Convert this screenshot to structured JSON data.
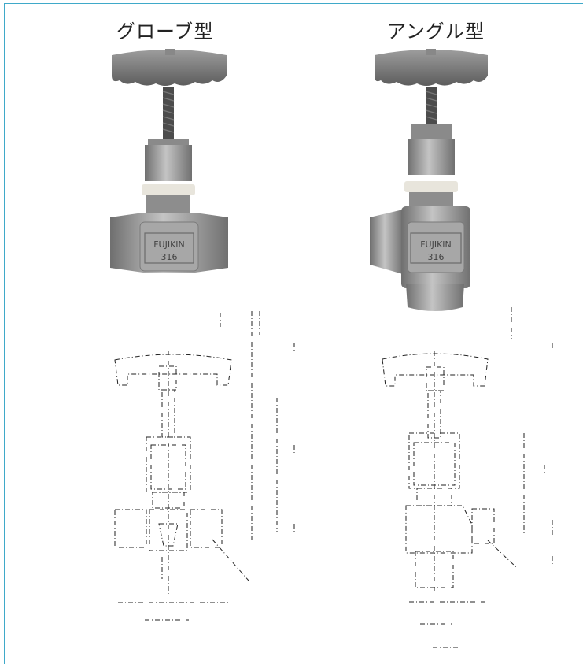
{
  "panels": [
    {
      "title": "グローブ型",
      "body_brand": "FUJIKIN",
      "body_grade": "316"
    },
    {
      "title": "アングル型",
      "body_brand": "FUJIKIN",
      "body_grade": "316"
    }
  ],
  "colors": {
    "frame_line": "#3fa9c9",
    "metal": "#9a9a9a",
    "metal_dark": "#6d6d6d",
    "drawing_line": "#222222"
  }
}
